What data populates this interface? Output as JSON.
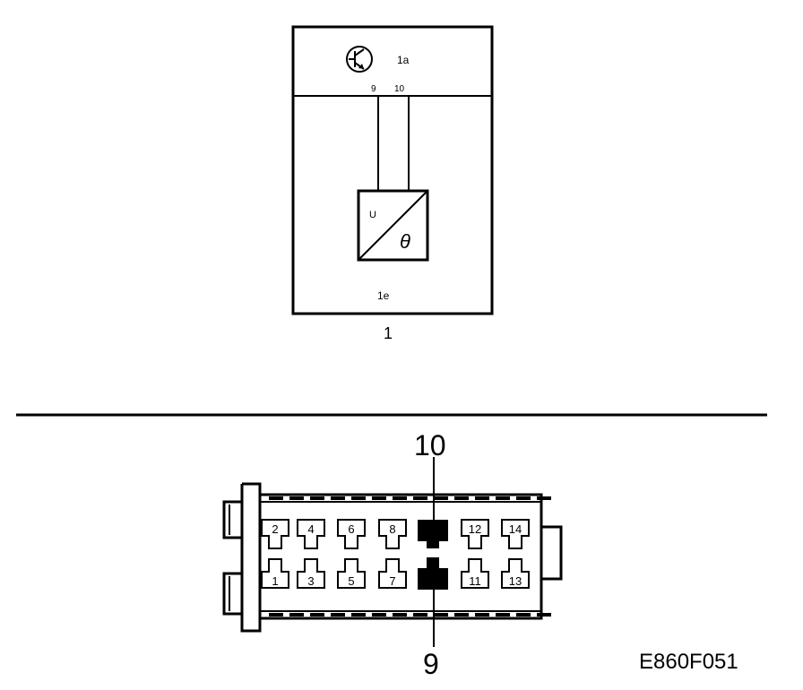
{
  "component": {
    "number": "1",
    "upper_section_label": "1a",
    "lower_section_label": "1e",
    "pin_a": "9",
    "pin_b": "10",
    "sensor_input_symbol": "U",
    "sensor_output_symbol": "θ",
    "transistor_icon": "transistor-icon"
  },
  "connector": {
    "callout_top": "10",
    "callout_bottom": "9",
    "top_row": [
      "2",
      "4",
      "6",
      "8",
      "",
      "12",
      "14"
    ],
    "bottom_row": [
      "1",
      "3",
      "5",
      "7",
      "",
      "11",
      "13"
    ],
    "highlighted_pins": [
      "10",
      "9"
    ]
  },
  "figure_code": "E860F051"
}
